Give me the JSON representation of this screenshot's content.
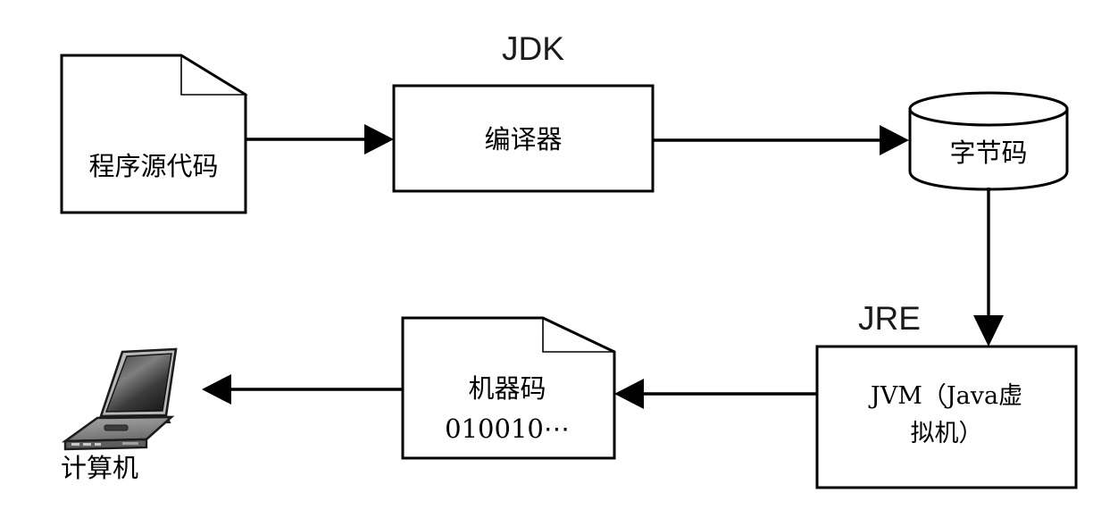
{
  "diagram": {
    "title_visible": false,
    "nodes": [
      {
        "id": "source-code",
        "shape": "document",
        "label": "程序源代码",
        "text_lines": [
          "程序源代码"
        ]
      },
      {
        "id": "compiler",
        "shape": "rectangle",
        "label": "编译器",
        "text_lines": [
          "编译器"
        ]
      },
      {
        "id": "bytecode",
        "shape": "cylinder",
        "label": "字节码",
        "text_lines": [
          "字节码"
        ]
      },
      {
        "id": "jvm",
        "shape": "rectangle",
        "label": "JVM（Java虚拟机）",
        "text_lines": [
          "JVM（Java虚",
          "拟机）"
        ]
      },
      {
        "id": "machine-code",
        "shape": "document",
        "label": "机器码 010010⋯",
        "text_lines": [
          "机器码",
          "010010⋯"
        ]
      },
      {
        "id": "computer",
        "shape": "laptop-icon",
        "label": "计算机",
        "text_lines": [
          "计算机"
        ]
      }
    ],
    "group_labels": [
      {
        "id": "jdk",
        "text": "JDK"
      },
      {
        "id": "jre",
        "text": "JRE"
      }
    ],
    "edges": [
      {
        "id": "edge-source-to-compiler",
        "from": "source-code",
        "to": "compiler",
        "label": ""
      },
      {
        "id": "edge-compiler-to-bytecode",
        "from": "compiler",
        "to": "bytecode",
        "label": ""
      },
      {
        "id": "edge-bytecode-to-jvm",
        "from": "bytecode",
        "to": "jvm",
        "label": ""
      },
      {
        "id": "edge-jvm-to-machinecode",
        "from": "jvm",
        "to": "machine-code",
        "label": ""
      },
      {
        "id": "edge-machinecode-to-computer",
        "from": "machine-code",
        "to": "computer",
        "label": ""
      }
    ],
    "colors": {
      "background": "#ffffff",
      "stroke": "#000000",
      "text": "#000000",
      "label_text": "#1a1a1a",
      "laptop_screen_dark": "#2b2b2b",
      "laptop_screen_light": "#8f8f8f",
      "laptop_body": "#909090",
      "laptop_body_dark": "#4d4d4d",
      "laptop_bezel": "#b5b5b5"
    }
  }
}
